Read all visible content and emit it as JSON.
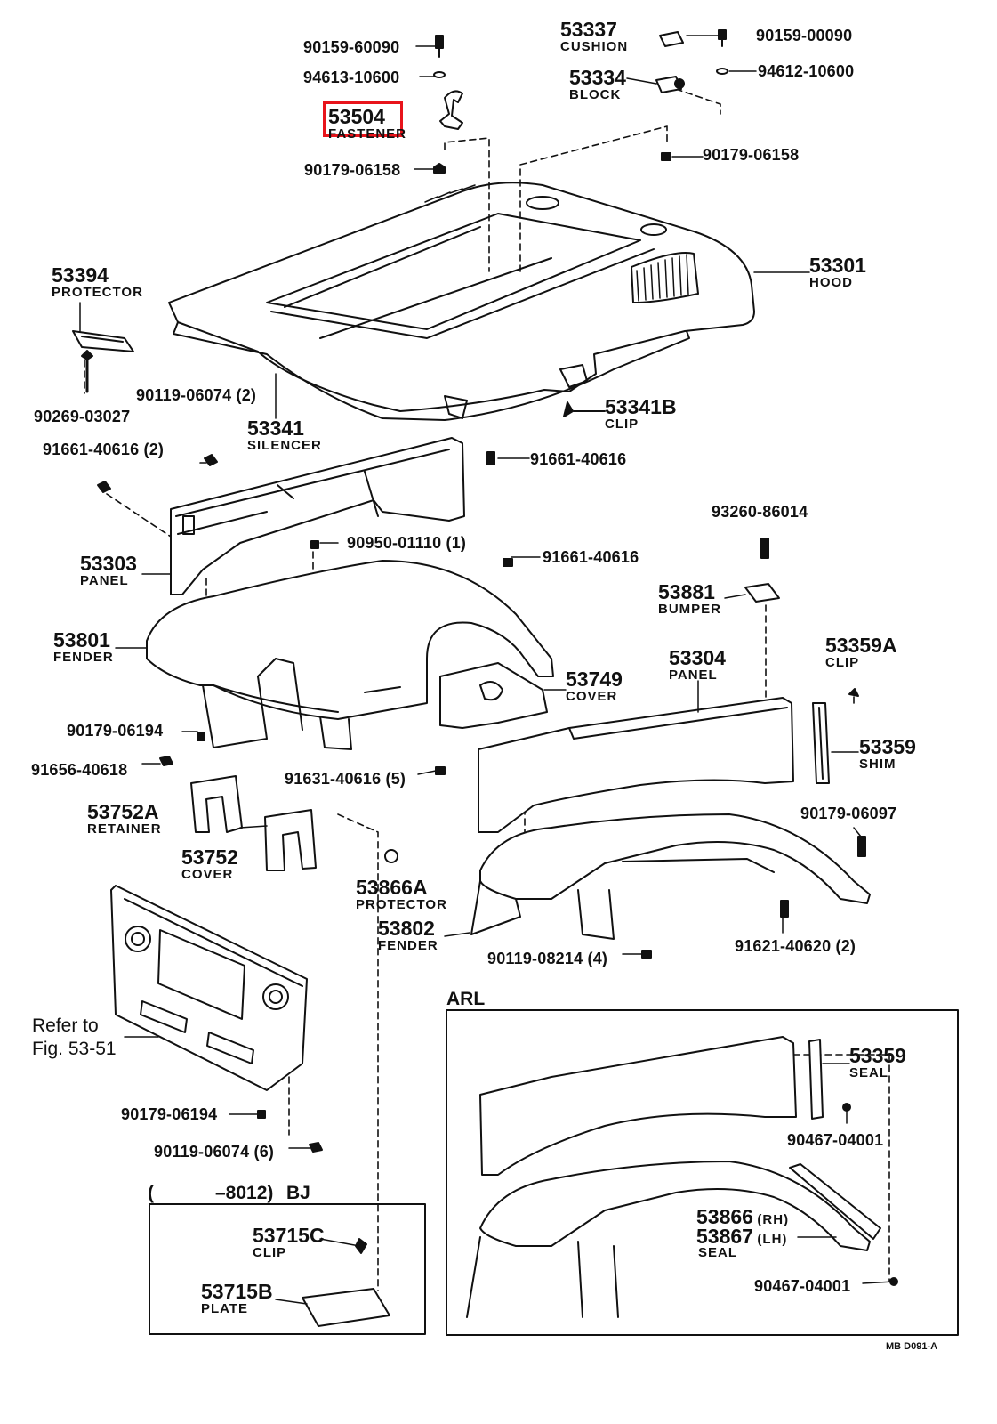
{
  "highlight_color": "#e8141b",
  "labels": {
    "p53504": {
      "num": "53504",
      "name": "FASTENER"
    },
    "p53337": {
      "num": "53337",
      "name": "CUSHION"
    },
    "p53334": {
      "num": "53334",
      "name": "BLOCK"
    },
    "p53394": {
      "num": "53394",
      "name": "PROTECTOR"
    },
    "p53301": {
      "num": "53301",
      "name": "HOOD"
    },
    "p53341": {
      "num": "53341",
      "name": "SILENCER"
    },
    "p53341B": {
      "num": "53341B",
      "name": "CLIP"
    },
    "p53303": {
      "num": "53303",
      "name": "PANEL"
    },
    "p53801": {
      "num": "53801",
      "name": "FENDER"
    },
    "p53749": {
      "num": "53749",
      "name": "COVER"
    },
    "p53881": {
      "num": "53881",
      "name": "BUMPER"
    },
    "p53304": {
      "num": "53304",
      "name": "PANEL"
    },
    "p53359A": {
      "num": "53359A",
      "name": "CLIP"
    },
    "p53359": {
      "num": "53359",
      "name": "SHIM"
    },
    "p53752A": {
      "num": "53752A",
      "name": "RETAINER"
    },
    "p53752": {
      "num": "53752",
      "name": "COVER"
    },
    "p53866A": {
      "num": "53866A",
      "name": "PROTECTOR"
    },
    "p53802": {
      "num": "53802",
      "name": "FENDER"
    },
    "p53359s": {
      "num": "53359",
      "name": "SEAL"
    },
    "p53866": {
      "num": "53866",
      "name": "(RH)"
    },
    "p53867": {
      "num": "53867",
      "name": "(LH)"
    },
    "p53866seal": {
      "name": "SEAL"
    },
    "p53715C": {
      "num": "53715C",
      "name": "CLIP"
    },
    "p53715B": {
      "num": "53715B",
      "name": "PLATE"
    }
  },
  "numbers": {
    "n1": "90159-60090",
    "n2": "94613-10600",
    "n3": "90179-06158",
    "n4": "90159-00090",
    "n5": "94612-10600",
    "n6": "90179-06158",
    "n7": "90269-03027",
    "n8": "90119-06074 (2)",
    "n9": "91661-40616 (2)",
    "n10": "91661-40616",
    "n11": "90950-01110 (1)",
    "n12": "91661-40616",
    "n13": "93260-86014",
    "n14": "90179-06194",
    "n15": "91656-40618",
    "n16": "91631-40616 (5)",
    "n17": "90179-06097",
    "n18": "91621-40620 (2)",
    "n19": "90119-08214 (4)",
    "n20": "90179-06194",
    "n21": "90119-06074 (6)",
    "n22": "90467-04001",
    "n23": "90467-04001"
  },
  "notes": {
    "refer_line1": "Refer to",
    "refer_line2": "Fig. 53-51",
    "arl": "ARL",
    "bj_open": "(",
    "bj_range": "–8012)",
    "bj_model": "BJ",
    "code": "MB  D091-A"
  }
}
